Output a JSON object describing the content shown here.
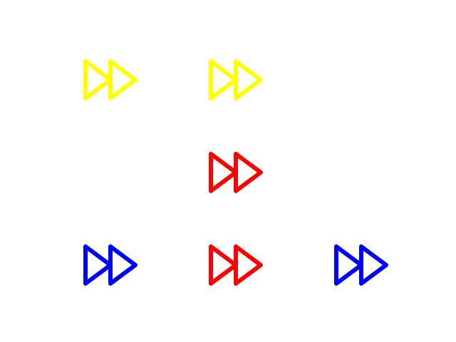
{
  "icon": "fast-forward-icon",
  "colors": {
    "yellow": "#ffff00",
    "red": "#ff0000",
    "blue": "#0000ff"
  },
  "grid": {
    "rows": 3,
    "cols": 3,
    "cells": [
      [
        {
          "color": "yellow"
        },
        {
          "color": "yellow"
        },
        null
      ],
      [
        null,
        {
          "color": "red"
        },
        null
      ],
      [
        {
          "color": "blue"
        },
        {
          "color": "red"
        },
        {
          "color": "blue"
        }
      ]
    ]
  }
}
